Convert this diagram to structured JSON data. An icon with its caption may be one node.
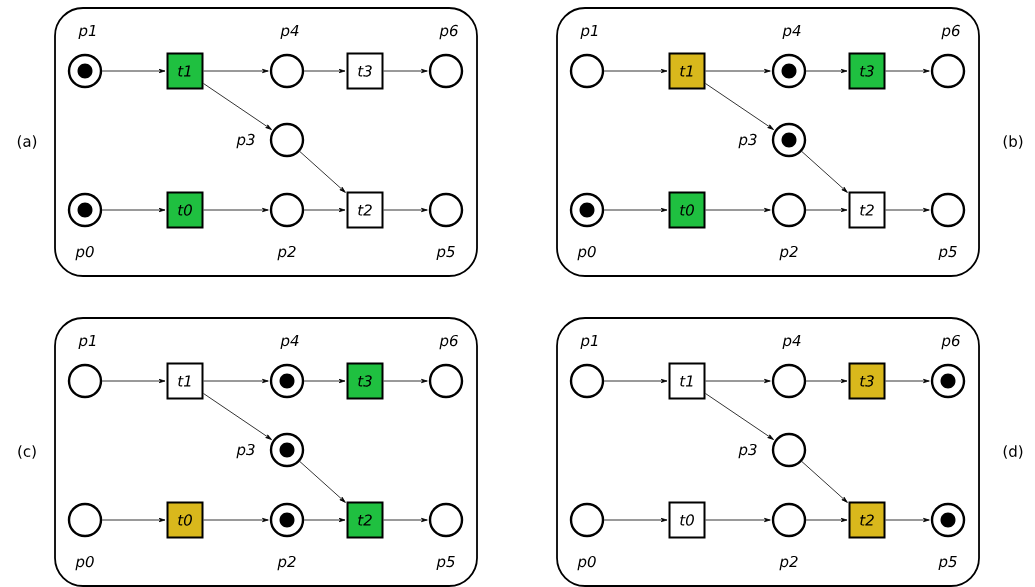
{
  "diagram": {
    "nodes": [
      {
        "text": [],
        "shape": "box",
        "beside": [
          "(a)"
        ]
      },
      {
        "text": [],
        "shape": "circle",
        "beside": [
          "p1"
        ],
        "in": 0
      },
      {
        "text": [],
        "shape": "circle",
        "in": 1
      },
      {
        "text": [
          "t1"
        ],
        "in": 0
      },
      {
        "text": [],
        "shape": "circle",
        "beside": [
          "p4"
        ],
        "in": 0
      },
      {
        "text": [
          "t3"
        ],
        "in": 0
      },
      {
        "text": [],
        "shape": "circle",
        "beside": [
          "p6"
        ],
        "in": 0
      },
      {
        "text": [],
        "shape": "circle",
        "beside": [
          "p3"
        ],
        "in": 0
      },
      {
        "text": [],
        "shape": "circle",
        "beside": [
          "p0"
        ],
        "in": 0
      },
      {
        "text": [],
        "shape": "circle",
        "in": 8
      },
      {
        "text": [
          "t0"
        ],
        "in": 0
      },
      {
        "text": [],
        "shape": "circle",
        "beside": [
          "p2"
        ],
        "in": 0
      },
      {
        "text": [
          "t2"
        ],
        "in": 0
      },
      {
        "text": [],
        "shape": "circle",
        "beside": [
          "p5"
        ],
        "in": 0
      },
      {
        "text": [],
        "shape": "box",
        "beside": [
          "(b)"
        ]
      },
      {
        "text": [],
        "shape": "circle",
        "beside": [
          "p1"
        ],
        "in": 14
      },
      {
        "text": [
          "t1"
        ],
        "in": 14
      },
      {
        "text": [],
        "shape": "circle",
        "beside": [
          "p4"
        ],
        "in": 14
      },
      {
        "text": [],
        "shape": "circle",
        "in": 17
      },
      {
        "text": [
          "t3"
        ],
        "in": 14
      },
      {
        "text": [],
        "shape": "circle",
        "beside": [
          "p6"
        ],
        "in": 14
      },
      {
        "text": [],
        "shape": "circle",
        "beside": [
          "p3"
        ],
        "in": 14
      },
      {
        "text": [],
        "shape": "circle",
        "in": 21
      },
      {
        "text": [],
        "shape": "circle",
        "beside": [
          "p0"
        ],
        "in": 14
      },
      {
        "text": [],
        "shape": "circle",
        "in": 23
      },
      {
        "text": [
          "t0"
        ],
        "in": 14
      },
      {
        "text": [],
        "shape": "circle",
        "beside": [
          "p2"
        ],
        "in": 14
      },
      {
        "text": [
          "t2"
        ],
        "in": 14
      },
      {
        "text": [],
        "shape": "circle",
        "beside": [
          "p5"
        ],
        "in": 14
      },
      {
        "text": [],
        "shape": "box",
        "beside": [
          "(c)"
        ]
      },
      {
        "text": [],
        "shape": "circle",
        "beside": [
          "p1"
        ],
        "in": 29
      },
      {
        "text": [
          "t1"
        ],
        "in": 29
      },
      {
        "text": [],
        "shape": "circle",
        "beside": [
          "p4"
        ],
        "in": 29
      },
      {
        "text": [],
        "shape": "circle",
        "in": 32
      },
      {
        "text": [
          "t3"
        ],
        "in": 29
      },
      {
        "text": [],
        "shape": "circle",
        "beside": [
          "p6"
        ],
        "in": 29
      },
      {
        "text": [],
        "shape": "circle",
        "beside": [
          "p3"
        ],
        "in": 29
      },
      {
        "text": [],
        "shape": "circle",
        "in": 36
      },
      {
        "text": [],
        "shape": "circle",
        "beside": [
          "p0"
        ],
        "in": 29
      },
      {
        "text": [
          "t0"
        ],
        "in": 29
      },
      {
        "text": [],
        "shape": "circle",
        "beside": [
          "p2"
        ],
        "in": 29
      },
      {
        "text": [],
        "shape": "circle",
        "in": 40
      },
      {
        "text": [
          "t2"
        ],
        "in": 29
      },
      {
        "text": [],
        "shape": "circle",
        "beside": [
          "p5"
        ],
        "in": 29
      },
      {
        "text": [],
        "shape": "box",
        "beside": [
          "(d)"
        ]
      },
      {
        "text": [],
        "shape": "circle",
        "beside": [
          "p1"
        ],
        "in": 44
      },
      {
        "text": [
          "t1"
        ],
        "in": 44
      },
      {
        "text": [],
        "shape": "circle",
        "beside": [
          "p4"
        ],
        "in": 44
      },
      {
        "text": [
          "t3"
        ],
        "in": 44
      },
      {
        "text": [],
        "shape": "circle",
        "beside": [
          "p6"
        ],
        "in": 44
      },
      {
        "text": [],
        "shape": "circle",
        "in": 49
      },
      {
        "text": [],
        "shape": "circle",
        "beside": [
          "p3"
        ],
        "in": 44
      },
      {
        "text": [],
        "shape": "circle",
        "beside": [
          "p0"
        ],
        "in": 44
      },
      {
        "text": [
          "t0"
        ],
        "in": 44
      },
      {
        "text": [],
        "shape": "circle",
        "beside": [
          "p2"
        ],
        "in": 44
      },
      {
        "text": [
          "t2"
        ],
        "in": 44
      },
      {
        "text": [],
        "shape": "circle",
        "beside": [
          "p5"
        ],
        "in": 44
      },
      {
        "text": [],
        "shape": "circle",
        "in": 56
      }
    ],
    "edges": [
      {
        "from": 1,
        "to": 3,
        "arrow": "to"
      },
      {
        "from": 3,
        "to": 4,
        "arrow": "to"
      },
      {
        "from": 4,
        "to": 5,
        "arrow": "to"
      },
      {
        "from": 5,
        "to": 6,
        "arrow": "to"
      },
      {
        "from": 3,
        "to": 7,
        "arrow": "to"
      },
      {
        "from": 7,
        "to": 12,
        "arrow": "to"
      },
      {
        "from": 8,
        "to": 10,
        "arrow": "to"
      },
      {
        "from": 10,
        "to": 11,
        "arrow": "to"
      },
      {
        "from": 11,
        "to": 12,
        "arrow": "to"
      },
      {
        "from": 12,
        "to": 13,
        "arrow": "to"
      },
      {
        "from": 15,
        "to": 16,
        "arrow": "to"
      },
      {
        "from": 16,
        "to": 17,
        "arrow": "to"
      },
      {
        "from": 17,
        "to": 19,
        "arrow": "to"
      },
      {
        "from": 19,
        "to": 20,
        "arrow": "to"
      },
      {
        "from": 16,
        "to": 21,
        "arrow": "to"
      },
      {
        "from": 21,
        "to": 27,
        "arrow": "to"
      },
      {
        "from": 23,
        "to": 25,
        "arrow": "to"
      },
      {
        "from": 25,
        "to": 26,
        "arrow": "to"
      },
      {
        "from": 26,
        "to": 27,
        "arrow": "to"
      },
      {
        "from": 27,
        "to": 28,
        "arrow": "to"
      },
      {
        "from": 30,
        "to": 31,
        "arrow": "to"
      },
      {
        "from": 31,
        "to": 32,
        "arrow": "to"
      },
      {
        "from": 32,
        "to": 34,
        "arrow": "to"
      },
      {
        "from": 34,
        "to": 35,
        "arrow": "to"
      },
      {
        "from": 31,
        "to": 36,
        "arrow": "to"
      },
      {
        "from": 36,
        "to": 42,
        "arrow": "to"
      },
      {
        "from": 38,
        "to": 39,
        "arrow": "to"
      },
      {
        "from": 39,
        "to": 40,
        "arrow": "to"
      },
      {
        "from": 40,
        "to": 42,
        "arrow": "to"
      },
      {
        "from": 42,
        "to": 43,
        "arrow": "to"
      },
      {
        "from": 45,
        "to": 46,
        "arrow": "to"
      },
      {
        "from": 46,
        "to": 47,
        "arrow": "to"
      },
      {
        "from": 47,
        "to": 48,
        "arrow": "to"
      },
      {
        "from": 48,
        "to": 49,
        "arrow": "to"
      },
      {
        "from": 46,
        "to": 51,
        "arrow": "to"
      },
      {
        "from": 51,
        "to": 55,
        "arrow": "to"
      },
      {
        "from": 52,
        "to": 53,
        "arrow": "to"
      },
      {
        "from": 53,
        "to": 54,
        "arrow": "to"
      },
      {
        "from": 54,
        "to": 55,
        "arrow": "to"
      },
      {
        "from": 55,
        "to": 56,
        "arrow": "to"
      }
    ]
  }
}
